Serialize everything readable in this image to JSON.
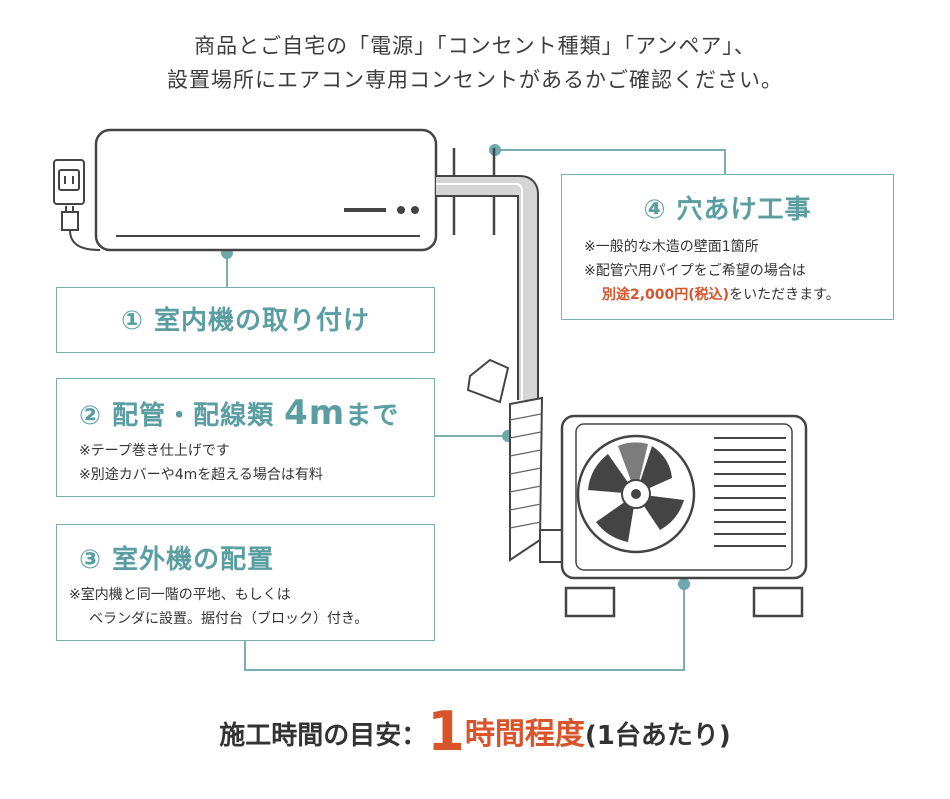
{
  "intro": {
    "line1": "商品とご自宅の「電源」「コンセント種類」「アンペア」、",
    "line2": "設置場所にエアコン専用コンセントがあるかご確認ください。"
  },
  "steps": [
    {
      "title": "① 室内機の取り付け",
      "notes": []
    },
    {
      "title": "② 配管・配線類 ",
      "title_highlight": "4m",
      "title_suffix": "まで",
      "notes": [
        "※テープ巻き仕上げです",
        "※別途カバーや4mを超える場合は有料"
      ]
    },
    {
      "title": "③ 室外機の配置",
      "notes": [
        "※室内機と同一階の平地、もしくは",
        "ベランダに設置。据付台（ブロック）付き。"
      ]
    },
    {
      "title": "④ 穴あけ工事",
      "notes": [
        "※一般的な木造の壁面1箇所",
        "※配管穴用パイプをご希望の場合は"
      ],
      "price": "別途2,000円(税込)",
      "price_suffix": "をいただきます。"
    }
  ],
  "footer": {
    "label": "施工時間の目安：",
    "number": "1",
    "highlight": "時間程度",
    "suffix": "(1台あたり)"
  },
  "colors": {
    "accent": "#5a9ea2",
    "border": "#7aaeb1",
    "highlight": "#d9532b",
    "line": "#444444"
  }
}
